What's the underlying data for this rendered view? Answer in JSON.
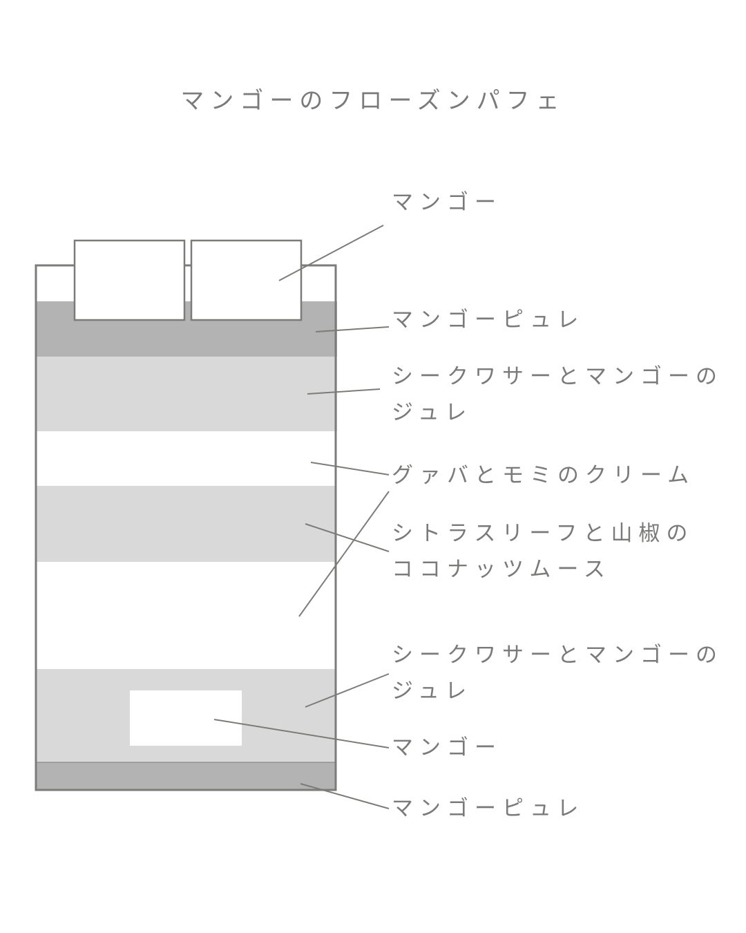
{
  "title": "マンゴーのフローズンパフェ",
  "colors": {
    "outline": "#7b7b78",
    "dark_layer": "#b3b3b3",
    "light_layer": "#d9d9d9",
    "text": "#7a7a78",
    "leader": "#7b7b78"
  },
  "layers": [
    {
      "name": "top-mango-pieces",
      "color": "white"
    },
    {
      "name": "mango-puree-top",
      "color": "dark"
    },
    {
      "name": "shikuwasa-mango-jelly-top",
      "color": "light"
    },
    {
      "name": "guava-momi-cream",
      "color": "white"
    },
    {
      "name": "citrus-leaf-sansho-coconut-mousse",
      "color": "light"
    },
    {
      "name": "white-layer",
      "color": "white"
    },
    {
      "name": "shikuwasa-mango-jelly-bottom",
      "color": "light"
    },
    {
      "name": "mango-piece-bottom",
      "color": "white"
    },
    {
      "name": "mango-puree-bottom",
      "color": "dark"
    }
  ],
  "labels": [
    {
      "id": "mango-top",
      "line1": "マンゴー",
      "line2": ""
    },
    {
      "id": "puree-top",
      "line1": "マンゴーピュレ",
      "line2": ""
    },
    {
      "id": "jelly-top",
      "line1": "シークワサーとマンゴーの",
      "line2": "ジュレ"
    },
    {
      "id": "cream",
      "line1": "グァバとモミのクリーム",
      "line2": ""
    },
    {
      "id": "mousse",
      "line1": "シトラスリーフと山椒の",
      "line2": "ココナッツムース"
    },
    {
      "id": "jelly-bottom",
      "line1": "シークワサーとマンゴーの",
      "line2": "ジュレ"
    },
    {
      "id": "mango-bottom",
      "line1": "マンゴー",
      "line2": ""
    },
    {
      "id": "puree-bottom",
      "line1": "マンゴーピュレ",
      "line2": ""
    }
  ]
}
